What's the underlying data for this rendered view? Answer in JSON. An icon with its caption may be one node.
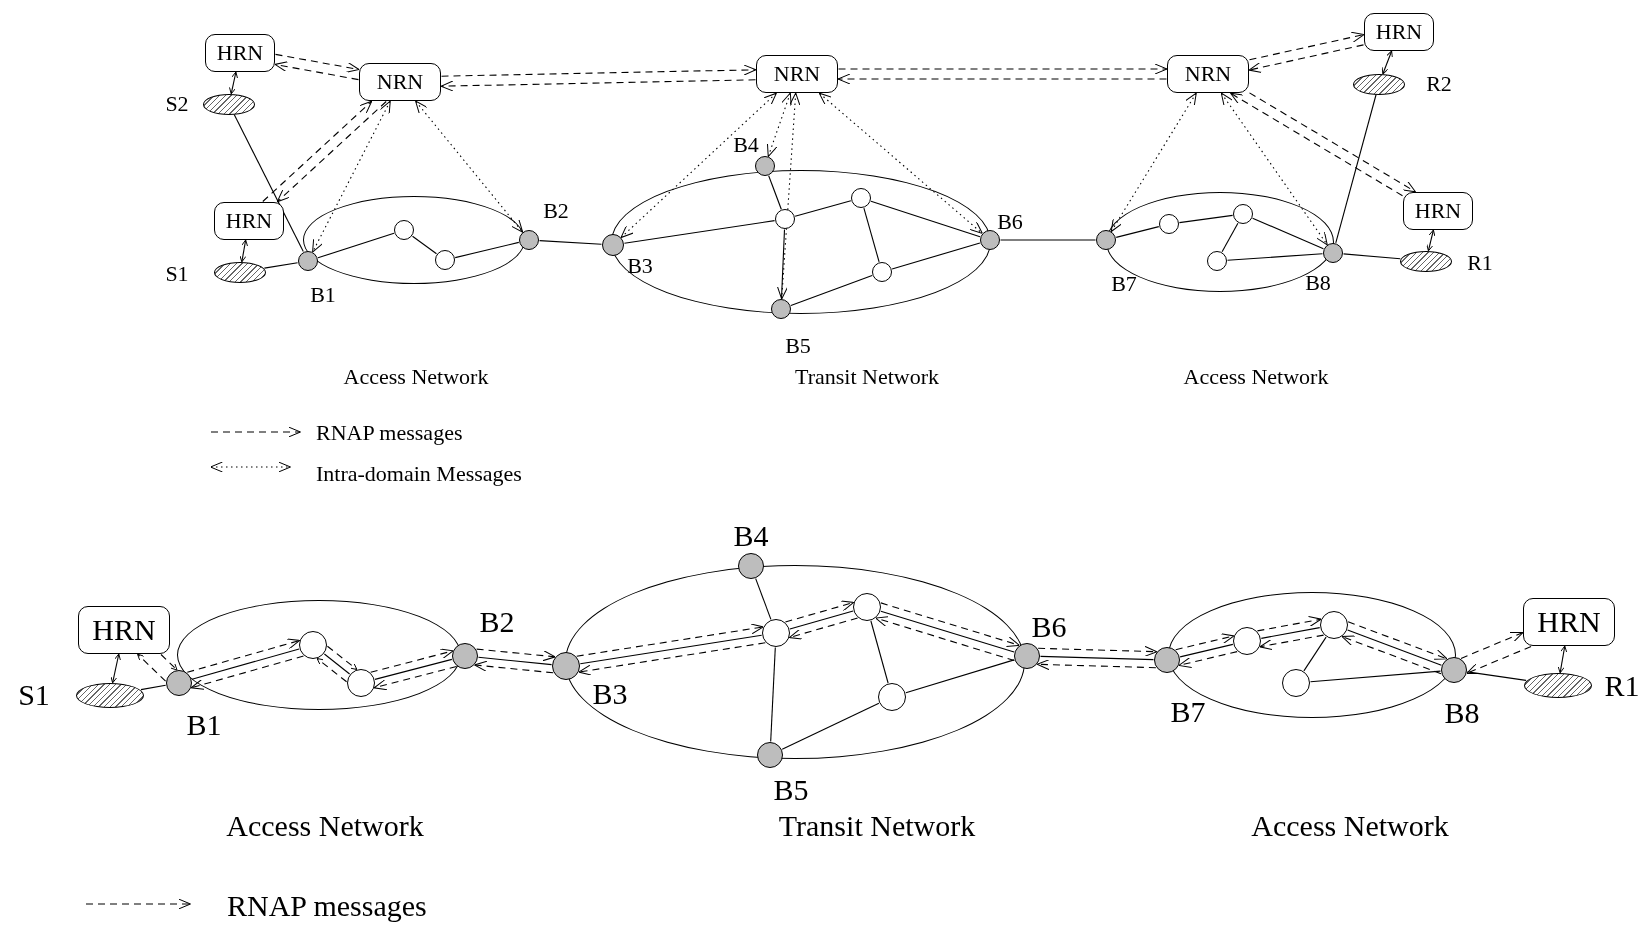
{
  "diagram": {
    "nodes": [
      {
        "text": [
          "HRN"
        ]
      },
      {
        "text": [
          "NRN"
        ]
      },
      {
        "text": [
          "NRN"
        ]
      },
      {
        "text": [
          "NRN"
        ]
      },
      {
        "text": [
          "HRN"
        ]
      },
      {
        "text": [],
        "shape": "ellipse",
        "beside": [
          "S2"
        ]
      },
      {
        "text": [],
        "shape": "ellipse",
        "beside": [
          "R2"
        ]
      },
      {
        "text": [
          "HRN"
        ]
      },
      {
        "text": [
          "HRN"
        ]
      },
      {
        "text": [
          "Access Network"
        ]
      },
      {
        "text": [
          "Transit Network"
        ]
      },
      {
        "text": [
          "Access Network"
        ]
      },
      {
        "text": [],
        "shape": "ellipse",
        "beside": [
          "S1"
        ]
      },
      {
        "text": [],
        "shape": "ellipse",
        "beside": [
          "R1"
        ]
      },
      {
        "text": [],
        "shape": "circle",
        "beside": [
          "B1"
        ]
      },
      {
        "text": [],
        "shape": "circle",
        "beside": [
          "B2"
        ]
      },
      {
        "text": [],
        "shape": "circle",
        "beside": [
          "B3"
        ]
      },
      {
        "text": [],
        "shape": "circle",
        "beside": [
          "B4"
        ]
      },
      {
        "text": [],
        "shape": "circle",
        "beside": [
          "B5"
        ]
      },
      {
        "text": [],
        "shape": "circle",
        "beside": [
          "B6"
        ]
      },
      {
        "text": [],
        "shape": "circle",
        "beside": [
          "B7"
        ]
      },
      {
        "text": [],
        "shape": "circle",
        "beside": [
          "B8"
        ]
      },
      {
        "text": [],
        "shape": "circle",
        "in": 9
      },
      {
        "text": [],
        "shape": "circle",
        "in": 9
      },
      {
        "text": [],
        "shape": "circle",
        "in": 10
      },
      {
        "text": [],
        "shape": "circle",
        "in": 10
      },
      {
        "text": [],
        "shape": "circle",
        "in": 10
      },
      {
        "text": [],
        "shape": "circle",
        "in": 11
      },
      {
        "text": [],
        "shape": "circle",
        "in": 11
      },
      {
        "text": [],
        "shape": "circle",
        "in": 11
      },
      {
        "text": [
          "HRN"
        ]
      },
      {
        "text": [
          "HRN"
        ]
      },
      {
        "text": [],
        "shape": "ellipse",
        "beside": [
          "S1"
        ]
      },
      {
        "text": [],
        "shape": "ellipse",
        "beside": [
          "R1"
        ]
      },
      {
        "text": [
          "Access Network"
        ]
      },
      {
        "text": [
          "Transit Network"
        ]
      },
      {
        "text": [
          "Access Network"
        ]
      },
      {
        "text": [],
        "shape": "circle",
        "beside": [
          "B1"
        ]
      },
      {
        "text": [],
        "shape": "circle",
        "beside": [
          "B2"
        ]
      },
      {
        "text": [],
        "shape": "circle",
        "beside": [
          "B3"
        ]
      },
      {
        "text": [],
        "shape": "circle",
        "beside": [
          "B4"
        ]
      },
      {
        "text": [],
        "shape": "circle",
        "beside": [
          "B5"
        ]
      },
      {
        "text": [],
        "shape": "circle",
        "beside": [
          "B6"
        ]
      },
      {
        "text": [],
        "shape": "circle",
        "beside": [
          "B7"
        ]
      },
      {
        "text": [],
        "shape": "circle",
        "beside": [
          "B8"
        ]
      },
      {
        "text": [],
        "shape": "circle",
        "in": 34
      },
      {
        "text": [],
        "shape": "circle",
        "in": 34
      },
      {
        "text": [],
        "shape": "circle",
        "in": 35
      },
      {
        "text": [],
        "shape": "circle",
        "in": 35
      },
      {
        "text": [],
        "shape": "circle",
        "in": 35
      },
      {
        "text": [],
        "shape": "circle",
        "in": 36
      },
      {
        "text": [],
        "shape": "circle",
        "in": 36
      },
      {
        "text": [],
        "shape": "circle",
        "in": 36
      }
    ],
    "edges": [
      {
        "from": 12,
        "to": 14,
        "arrow": "none"
      },
      {
        "from": 5,
        "to": 14,
        "arrow": "none"
      },
      {
        "from": 14,
        "to": 22,
        "arrow": "none"
      },
      {
        "from": 22,
        "to": 23,
        "arrow": "none"
      },
      {
        "from": 23,
        "to": 15,
        "arrow": "none"
      },
      {
        "from": 15,
        "to": 16,
        "arrow": "none"
      },
      {
        "from": 16,
        "to": 24,
        "arrow": "none"
      },
      {
        "from": 17,
        "to": 24,
        "arrow": "none"
      },
      {
        "from": 24,
        "to": 18,
        "arrow": "none"
      },
      {
        "from": 24,
        "to": 25,
        "arrow": "none"
      },
      {
        "from": 25,
        "to": 26,
        "arrow": "none"
      },
      {
        "from": 25,
        "to": 19,
        "arrow": "none"
      },
      {
        "from": 26,
        "to": 19,
        "arrow": "none"
      },
      {
        "from": 18,
        "to": 26,
        "arrow": "none"
      },
      {
        "from": 19,
        "to": 20,
        "arrow": "none"
      },
      {
        "from": 20,
        "to": 27,
        "arrow": "none"
      },
      {
        "from": 27,
        "to": 28,
        "arrow": "none"
      },
      {
        "from": 28,
        "to": 29,
        "arrow": "none"
      },
      {
        "from": 29,
        "to": 21,
        "arrow": "none"
      },
      {
        "from": 28,
        "to": 21,
        "arrow": "none"
      },
      {
        "from": 21,
        "to": 13,
        "arrow": "none"
      },
      {
        "from": 21,
        "to": 6,
        "arrow": "none"
      },
      {
        "from": 0,
        "to": 5,
        "arrow": "both"
      },
      {
        "from": 7,
        "to": 12,
        "arrow": "both"
      },
      {
        "from": 4,
        "to": 6,
        "arrow": "both"
      },
      {
        "from": 8,
        "to": 13,
        "arrow": "both"
      },
      {
        "from": 1,
        "to": 0,
        "arrow": "to",
        "style": "dashed"
      },
      {
        "from": 0,
        "to": 1,
        "arrow": "to",
        "style": "dashed"
      },
      {
        "from": 7,
        "to": 1,
        "arrow": "to",
        "style": "dashed"
      },
      {
        "from": 1,
        "to": 7,
        "arrow": "to",
        "style": "dashed"
      },
      {
        "from": 1,
        "to": 2,
        "arrow": "to",
        "style": "dashed"
      },
      {
        "from": 2,
        "to": 1,
        "arrow": "to",
        "style": "dashed"
      },
      {
        "from": 2,
        "to": 3,
        "arrow": "to",
        "style": "dashed"
      },
      {
        "from": 3,
        "to": 2,
        "arrow": "to",
        "style": "dashed"
      },
      {
        "from": 3,
        "to": 4,
        "arrow": "to",
        "style": "dashed"
      },
      {
        "from": 4,
        "to": 3,
        "arrow": "to",
        "style": "dashed"
      },
      {
        "from": 3,
        "to": 8,
        "arrow": "to",
        "style": "dashed"
      },
      {
        "from": 8,
        "to": 3,
        "arrow": "to",
        "style": "dashed"
      },
      {
        "from": 1,
        "to": 14,
        "arrow": "both",
        "style": "dashed"
      },
      {
        "from": 1,
        "to": 15,
        "arrow": "both",
        "style": "dashed"
      },
      {
        "from": 2,
        "to": 16,
        "arrow": "both",
        "style": "dashed"
      },
      {
        "from": 2,
        "to": 17,
        "arrow": "both",
        "style": "dashed"
      },
      {
        "from": 2,
        "to": 18,
        "arrow": "both",
        "style": "dashed"
      },
      {
        "from": 2,
        "to": 19,
        "arrow": "both",
        "style": "dashed"
      },
      {
        "from": 3,
        "to": 20,
        "arrow": "both",
        "style": "dashed"
      },
      {
        "from": 3,
        "to": 21,
        "arrow": "both",
        "style": "dashed"
      },
      {
        "from": 32,
        "to": 37,
        "arrow": "none"
      },
      {
        "from": 37,
        "to": 45,
        "arrow": "none"
      },
      {
        "from": 45,
        "to": 46,
        "arrow": "none"
      },
      {
        "from": 46,
        "to": 38,
        "arrow": "none"
      },
      {
        "from": 38,
        "to": 39,
        "arrow": "none"
      },
      {
        "from": 39,
        "to": 47,
        "arrow": "none"
      },
      {
        "from": 40,
        "to": 47,
        "arrow": "none"
      },
      {
        "from": 47,
        "to": 41,
        "arrow": "none"
      },
      {
        "from": 47,
        "to": 48,
        "arrow": "none"
      },
      {
        "from": 48,
        "to": 49,
        "arrow": "none"
      },
      {
        "from": 48,
        "to": 42,
        "arrow": "none"
      },
      {
        "from": 49,
        "to": 42,
        "arrow": "none"
      },
      {
        "from": 41,
        "to": 49,
        "arrow": "none"
      },
      {
        "from": 42,
        "to": 43,
        "arrow": "none"
      },
      {
        "from": 43,
        "to": 50,
        "arrow": "none"
      },
      {
        "from": 50,
        "to": 51,
        "arrow": "none"
      },
      {
        "from": 51,
        "to": 52,
        "arrow": "none"
      },
      {
        "from": 52,
        "to": 44,
        "arrow": "none"
      },
      {
        "from": 51,
        "to": 44,
        "arrow": "none"
      },
      {
        "from": 44,
        "to": 33,
        "arrow": "none"
      },
      {
        "from": 30,
        "to": 32,
        "arrow": "both"
      },
      {
        "from": 31,
        "to": 33,
        "arrow": "both"
      },
      {
        "from": 37,
        "to": 30,
        "arrow": "to",
        "style": "dashed"
      },
      {
        "from": 30,
        "to": 37,
        "arrow": "to",
        "style": "dashed"
      },
      {
        "from": 37,
        "to": 45,
        "arrow": "to",
        "style": "dashed"
      },
      {
        "from": 45,
        "to": 46,
        "arrow": "to",
        "style": "dashed"
      },
      {
        "from": 46,
        "to": 38,
        "arrow": "to",
        "style": "dashed"
      },
      {
        "from": 38,
        "to": 46,
        "arrow": "to",
        "style": "dashed"
      },
      {
        "from": 46,
        "to": 45,
        "arrow": "to",
        "style": "dashed"
      },
      {
        "from": 45,
        "to": 37,
        "arrow": "to",
        "style": "dashed"
      },
      {
        "from": 38,
        "to": 39,
        "arrow": "to",
        "style": "dashed"
      },
      {
        "from": 39,
        "to": 38,
        "arrow": "to",
        "style": "dashed"
      },
      {
        "from": 39,
        "to": 47,
        "arrow": "to",
        "style": "dashed"
      },
      {
        "from": 47,
        "to": 39,
        "arrow": "to",
        "style": "dashed"
      },
      {
        "from": 47,
        "to": 48,
        "arrow": "to",
        "style": "dashed"
      },
      {
        "from": 48,
        "to": 47,
        "arrow": "to",
        "style": "dashed"
      },
      {
        "from": 48,
        "to": 42,
        "arrow": "to",
        "style": "dashed"
      },
      {
        "from": 42,
        "to": 48,
        "arrow": "to",
        "style": "dashed"
      },
      {
        "from": 42,
        "to": 43,
        "arrow": "to",
        "style": "dashed"
      },
      {
        "from": 43,
        "to": 42,
        "arrow": "to",
        "style": "dashed"
      },
      {
        "from": 43,
        "to": 50,
        "arrow": "to",
        "style": "dashed"
      },
      {
        "from": 50,
        "to": 43,
        "arrow": "to",
        "style": "dashed"
      },
      {
        "from": 50,
        "to": 51,
        "arrow": "to",
        "style": "dashed"
      },
      {
        "from": 51,
        "to": 50,
        "arrow": "to",
        "style": "dashed"
      },
      {
        "from": 51,
        "to": 44,
        "arrow": "to",
        "style": "dashed"
      },
      {
        "from": 44,
        "to": 51,
        "arrow": "to",
        "style": "dashed"
      },
      {
        "from": 44,
        "to": 31,
        "arrow": "to",
        "style": "dashed"
      },
      {
        "from": 31,
        "to": 44,
        "arrow": "to",
        "style": "dashed"
      }
    ],
    "legend": [
      {
        "text": "RNAP messages"
      },
      {
        "text": "Intra-domain Messages"
      },
      {
        "text": "RNAP messages"
      }
    ]
  }
}
